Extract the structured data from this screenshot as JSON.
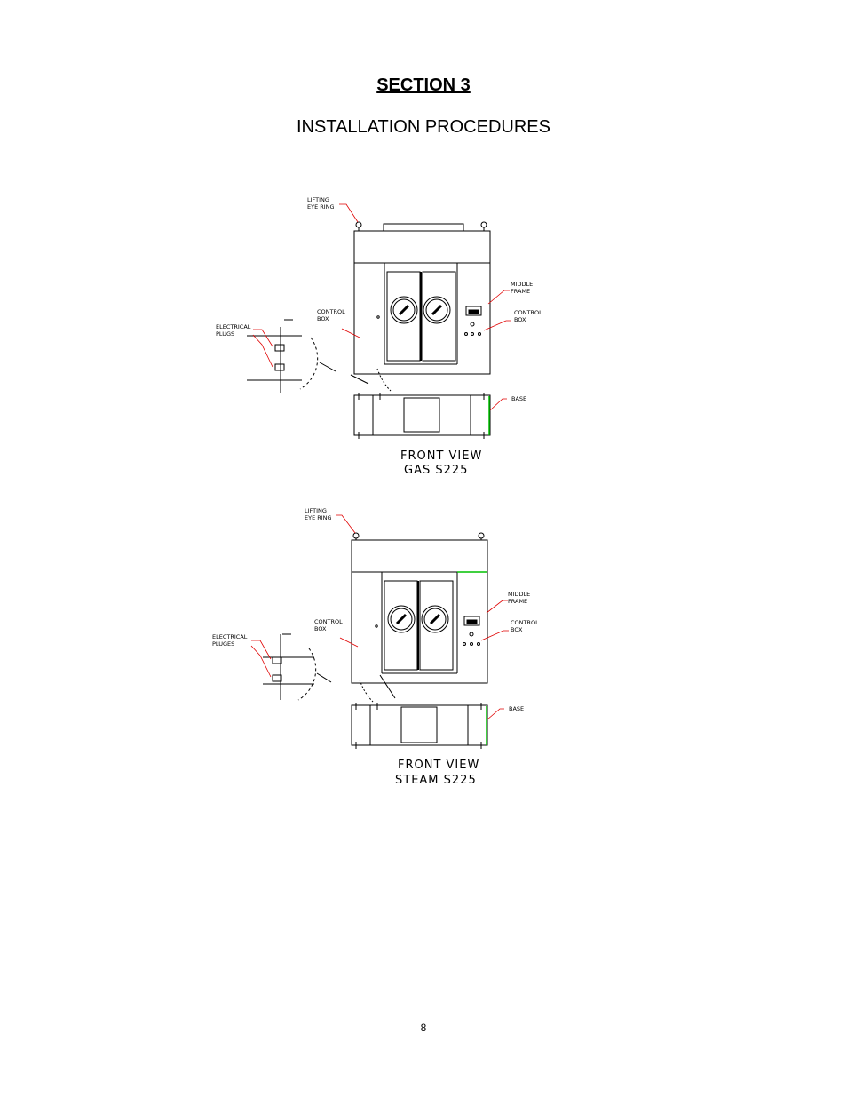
{
  "header": {
    "section": "SECTION 3",
    "title": "INSTALLATION PROCEDURES"
  },
  "figures": [
    {
      "labels": {
        "lifting_1": "LIFTING",
        "lifting_2": "EYE RING",
        "middle_1": "MIDDLE",
        "middle_2": "FRAME",
        "control_left_1": "CONTROL",
        "control_left_2": "BOX",
        "control_right_1": "CONTROL",
        "control_right_2": "BOX",
        "electrical_1": "ELECTRICAL",
        "electrical_2": "PLUGS",
        "base": "BASE"
      },
      "caption_1": "FRONT VIEW",
      "caption_2": "GAS S225"
    },
    {
      "labels": {
        "lifting_1": "LIFTING",
        "lifting_2": "EYE RING",
        "middle_1": "MIDDLE",
        "middle_2": "FRAME",
        "control_left_1": "CONTROL",
        "control_left_2": "BOX",
        "control_right_1": "CONTROL",
        "control_right_2": "BOX",
        "electrical_1": "ELECTRICAL",
        "electrical_2": "PLUGES",
        "base": "BASE"
      },
      "caption_1": "FRONT VIEW",
      "caption_2": "STEAM S225"
    }
  ],
  "footer": {
    "page_number": "8"
  },
  "colors": {
    "leader": "#e00000",
    "highlight": "#00c000",
    "line": "#000000"
  }
}
